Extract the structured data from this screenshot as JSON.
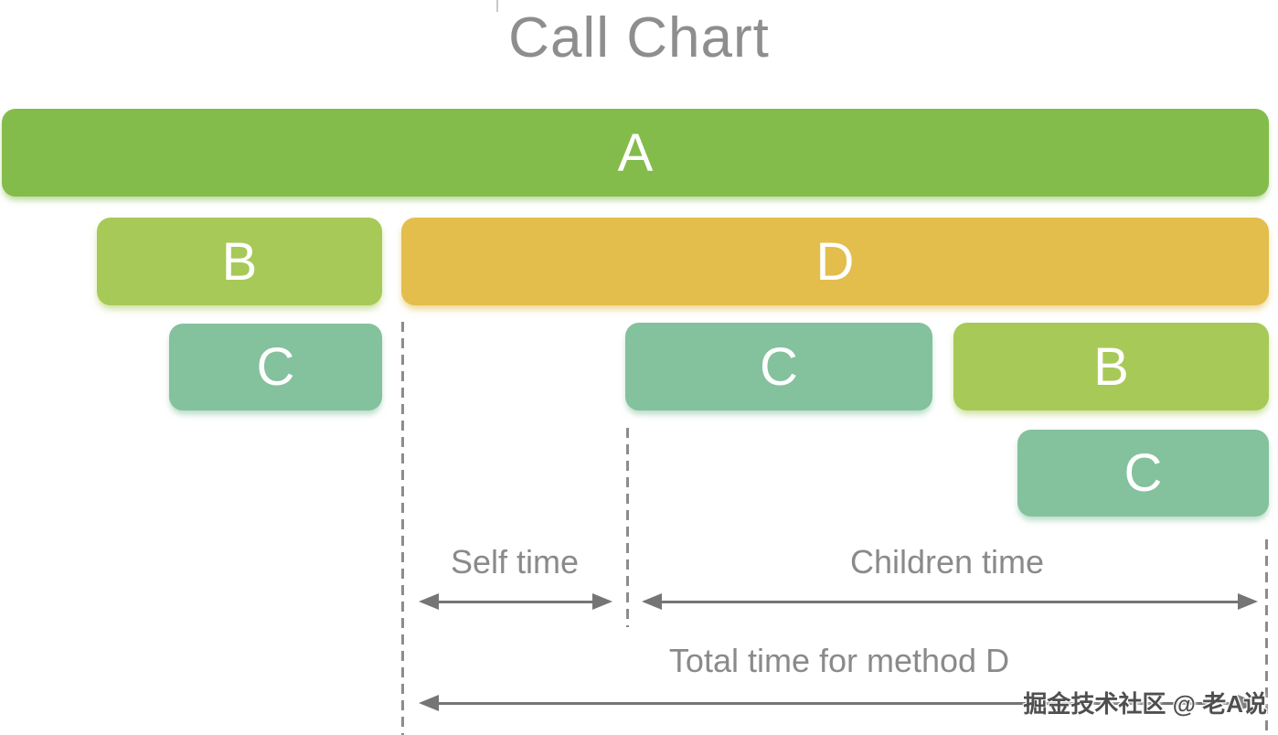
{
  "title": "Call Chart",
  "bars": [
    {
      "label": "A",
      "method": "A",
      "row": 1,
      "color": "#83BC4B"
    },
    {
      "label": "B",
      "method": "B",
      "row": 2,
      "color": "#A7C957"
    },
    {
      "label": "D",
      "method": "D",
      "row": 2,
      "color": "#E3BE4C"
    },
    {
      "label": "C",
      "method": "C",
      "row": 3,
      "color": "#84C19D"
    },
    {
      "label": "C",
      "method": "C",
      "row": 3,
      "color": "#84C19D"
    },
    {
      "label": "B",
      "method": "B",
      "row": 3,
      "color": "#A7C957"
    },
    {
      "label": "C",
      "method": "C",
      "row": 4,
      "color": "#84C19D"
    }
  ],
  "annotations": {
    "self_time_label": "Self time",
    "children_time_label": "Children time",
    "total_time_label": "Total time for method D"
  },
  "watermark": "掘金技术社区 @ 老A说",
  "colors": {
    "method_a_green": "#83BC4B",
    "method_b_green": "#A7C957",
    "method_c_teal": "#84C19D",
    "method_d_gold": "#E3BE4C",
    "heading_gray": "#8E8E8E",
    "annotation_gray": "#8A8A8A",
    "arrow_gray": "#757575",
    "dash_gray": "#8C8C8C",
    "bar_label_white": "#FFFFFF"
  }
}
